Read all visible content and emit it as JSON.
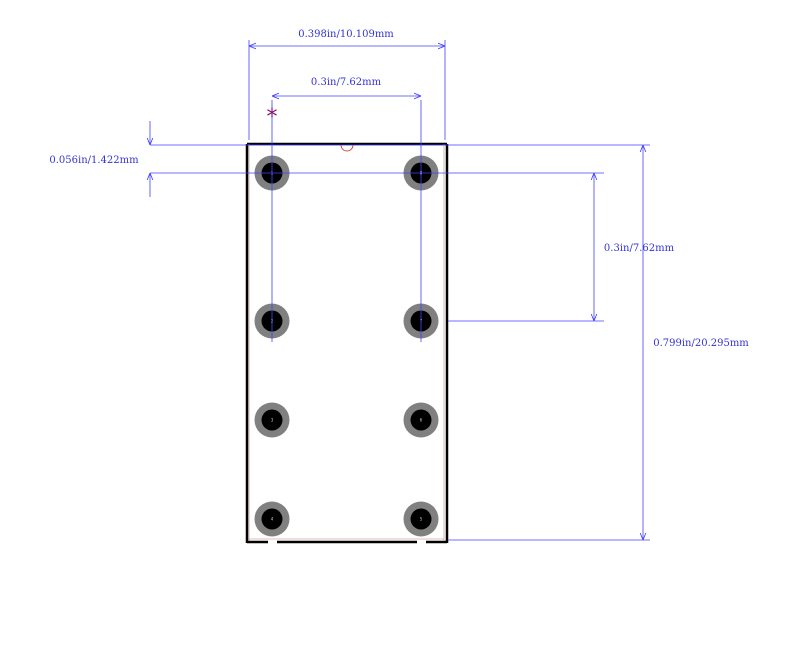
{
  "dimensions": {
    "overall_width": "0.398in/10.109mm",
    "pin_row_spacing": "0.3in/7.62mm",
    "pin1_offset": "0.056in/1.422mm",
    "vertical_pin_pitch": "0.3in/7.62mm",
    "overall_length": "0.799in/20.295mm"
  },
  "pin1_marker": "*",
  "pins": {
    "left": [
      "1",
      "2",
      "3",
      "4"
    ],
    "right": [
      "8",
      "7",
      "6",
      "5"
    ]
  },
  "colors": {
    "dimension_line": "#4040ff",
    "dimension_text": "#3232d8",
    "outline": "#000000",
    "pad_ring": "#808080",
    "pad_hole": "#000000",
    "pin1_marker": "#a0004a",
    "notch": "#cc2222"
  }
}
